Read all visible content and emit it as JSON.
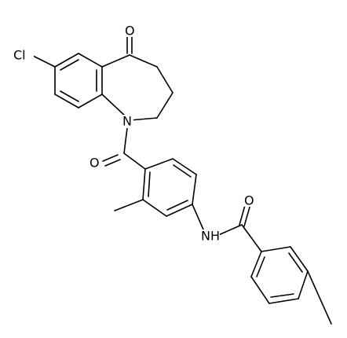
{
  "atoms": {
    "cl": "Cl",
    "ketone_o": "O",
    "ring_n": "N",
    "amide1_o": "O",
    "amide2_nh": "NH",
    "amide2_o": "O"
  }
}
